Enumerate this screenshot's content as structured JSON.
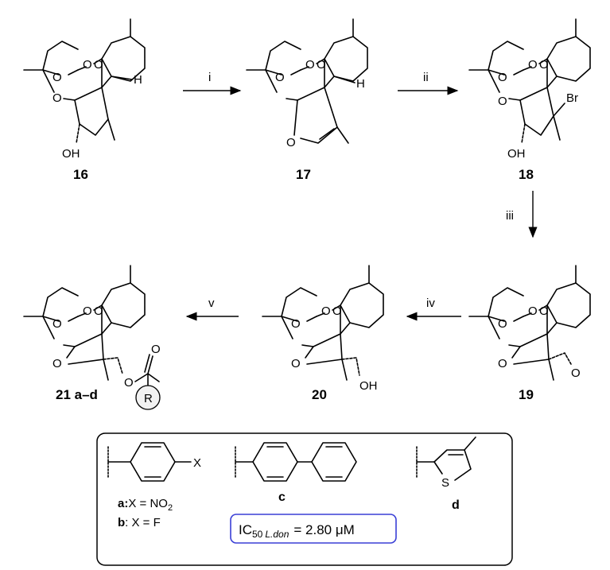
{
  "compounds": [
    {
      "id": "16",
      "oh": "OH",
      "h": "H",
      "o_ring": [
        "O",
        "O",
        "O",
        "O"
      ]
    },
    {
      "id": "17",
      "h": "H",
      "o_ring": [
        "O",
        "O",
        "O",
        "O"
      ]
    },
    {
      "id": "18",
      "oh": "OH",
      "br": "Br",
      "o_ring": [
        "O",
        "O",
        "O",
        "O"
      ]
    },
    {
      "id": "19",
      "ald": "O",
      "o_ring": [
        "O",
        "O",
        "O",
        "O"
      ]
    },
    {
      "id": "20",
      "oh": "OH",
      "o_ring": [
        "O",
        "O",
        "O",
        "O"
      ]
    },
    {
      "id": "21 a–d",
      "r": "R",
      "o_ring": [
        "O",
        "O",
        "O",
        "O",
        "O",
        "O"
      ]
    }
  ],
  "steps": [
    "i",
    "ii",
    "iii",
    "iv",
    "v"
  ],
  "legend": {
    "a_text_prefix": "a:",
    "a_text": "X = NO",
    "a_sub": "2",
    "b_text_prefix": "b",
    "b_text": ": X = F",
    "x_label": "X",
    "c_label": "c",
    "d_label": "d",
    "s_label": "S",
    "ic50_main": "IC",
    "ic50_sub": "50",
    "ic50_species": "L.don",
    "ic50_value": "= 2.80 μM"
  }
}
